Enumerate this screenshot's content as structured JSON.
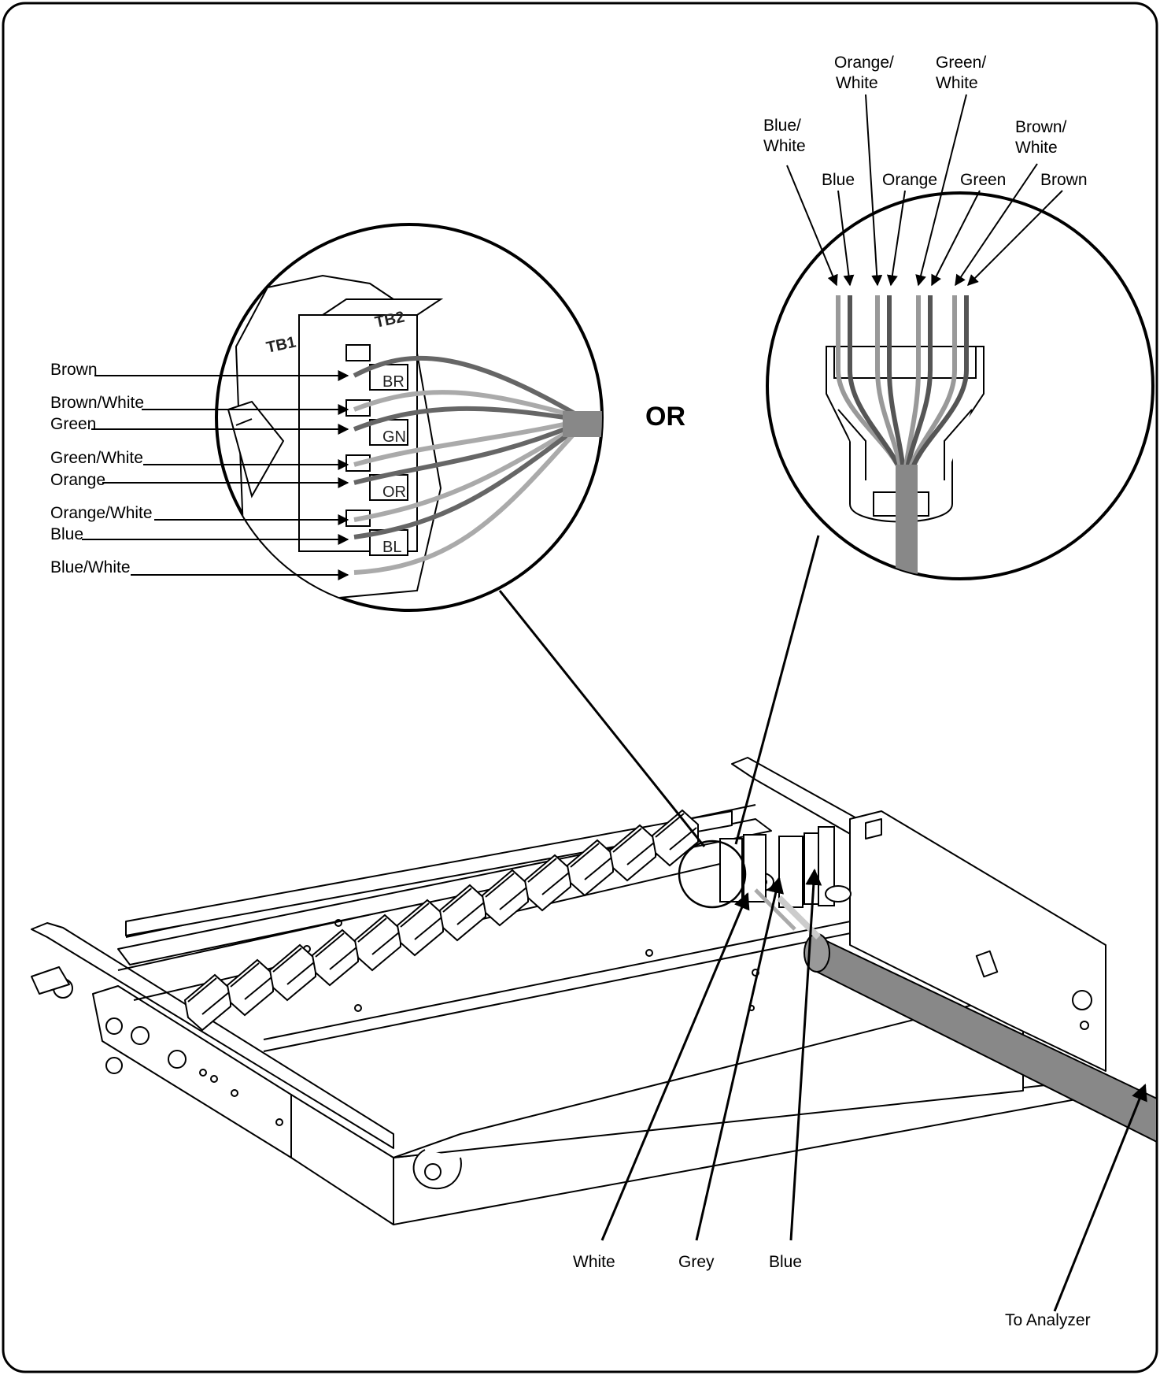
{
  "left_zoom_labels": [
    "Brown",
    "Brown/White",
    "Green",
    "Green/White",
    "Orange",
    "Orange/White",
    "Blue",
    "Blue/White"
  ],
  "block_labels": [
    "BR",
    "GN",
    "OR",
    "BL"
  ],
  "terminal_labels": [
    "TB1",
    "TB2"
  ],
  "or_label": "OR",
  "right_zoom_labels": [
    [
      "Blue/",
      "White"
    ],
    [
      "Blue"
    ],
    [
      "Orange/",
      "White"
    ],
    [
      "Orange"
    ],
    [
      "Green/",
      "White"
    ],
    [
      "Green"
    ],
    [
      "Brown/",
      "White"
    ],
    [
      "Brown"
    ]
  ],
  "bottom_labels": [
    "White",
    "Grey",
    "Blue"
  ],
  "analyzer_label": "To Analyzer"
}
